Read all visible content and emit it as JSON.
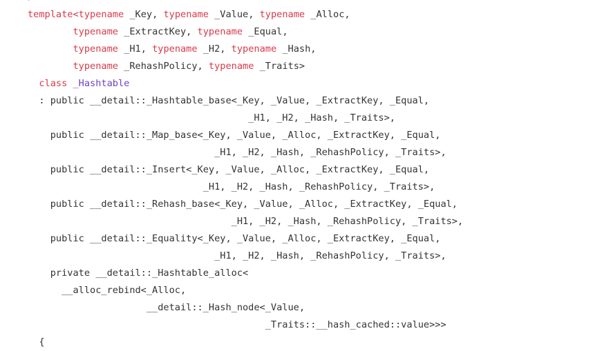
{
  "code": {
    "lines": [
      [
        {
          "t": "/",
          "c": "gr"
        }
      ],
      [
        {
          "t": "template<",
          "c": "kw"
        },
        {
          "t": "typename",
          "c": "kw"
        },
        {
          "t": " _Key, ",
          "c": "pl"
        },
        {
          "t": "typename",
          "c": "kw"
        },
        {
          "t": " _Value, ",
          "c": "pl"
        },
        {
          "t": "typename",
          "c": "kw"
        },
        {
          "t": " _Alloc,",
          "c": "pl"
        }
      ],
      [
        {
          "t": "        ",
          "c": "pl"
        },
        {
          "t": "typename",
          "c": "kw"
        },
        {
          "t": " _ExtractKey, ",
          "c": "pl"
        },
        {
          "t": "typename",
          "c": "kw"
        },
        {
          "t": " _Equal,",
          "c": "pl"
        }
      ],
      [
        {
          "t": "        ",
          "c": "pl"
        },
        {
          "t": "typename",
          "c": "kw"
        },
        {
          "t": " _H1, ",
          "c": "pl"
        },
        {
          "t": "typename",
          "c": "kw"
        },
        {
          "t": " _H2, ",
          "c": "pl"
        },
        {
          "t": "typename",
          "c": "kw"
        },
        {
          "t": " _Hash,",
          "c": "pl"
        }
      ],
      [
        {
          "t": "        ",
          "c": "pl"
        },
        {
          "t": "typename",
          "c": "kw"
        },
        {
          "t": " _RehashPolicy, ",
          "c": "pl"
        },
        {
          "t": "typename",
          "c": "kw"
        },
        {
          "t": " _Traits>",
          "c": "pl"
        }
      ],
      [
        {
          "t": "  ",
          "c": "pl"
        },
        {
          "t": "class",
          "c": "kw"
        },
        {
          "t": " _Hashtable",
          "c": "ty"
        }
      ],
      [
        {
          "t": "  : public __detail::_Hashtable_base<_Key, _Value, _ExtractKey, _Equal,",
          "c": "pl"
        }
      ],
      [
        {
          "t": "                                       _H1, _H2, _Hash, _Traits>,",
          "c": "pl"
        }
      ],
      [
        {
          "t": "    public __detail::_Map_base<_Key, _Value, _Alloc, _ExtractKey, _Equal,",
          "c": "pl"
        }
      ],
      [
        {
          "t": "                                 _H1, _H2, _Hash, _RehashPolicy, _Traits>,",
          "c": "pl"
        }
      ],
      [
        {
          "t": "    public __detail::_Insert<_Key, _Value, _Alloc, _ExtractKey, _Equal,",
          "c": "pl"
        }
      ],
      [
        {
          "t": "                               _H1, _H2, _Hash, _RehashPolicy, _Traits>,",
          "c": "pl"
        }
      ],
      [
        {
          "t": "    public __detail::_Rehash_base<_Key, _Value, _Alloc, _ExtractKey, _Equal,",
          "c": "pl"
        }
      ],
      [
        {
          "t": "                                    _H1, _H2, _Hash, _RehashPolicy, _Traits>,",
          "c": "pl"
        }
      ],
      [
        {
          "t": "    public __detail::_Equality<_Key, _Value, _Alloc, _ExtractKey, _Equal,",
          "c": "pl"
        }
      ],
      [
        {
          "t": "                                 _H1, _H2, _Hash, _RehashPolicy, _Traits>,",
          "c": "pl"
        }
      ],
      [
        {
          "t": "    private __detail::_Hashtable_alloc<",
          "c": "pl"
        }
      ],
      [
        {
          "t": "      __alloc_rebind<_Alloc,",
          "c": "pl"
        }
      ],
      [
        {
          "t": "                     __detail::_Hash_node<_Value,",
          "c": "pl"
        }
      ],
      [
        {
          "t": "                                          _Traits::__hash_cached::value>>>",
          "c": "pl"
        }
      ],
      [
        {
          "t": "  {",
          "c": "pl"
        }
      ]
    ]
  }
}
